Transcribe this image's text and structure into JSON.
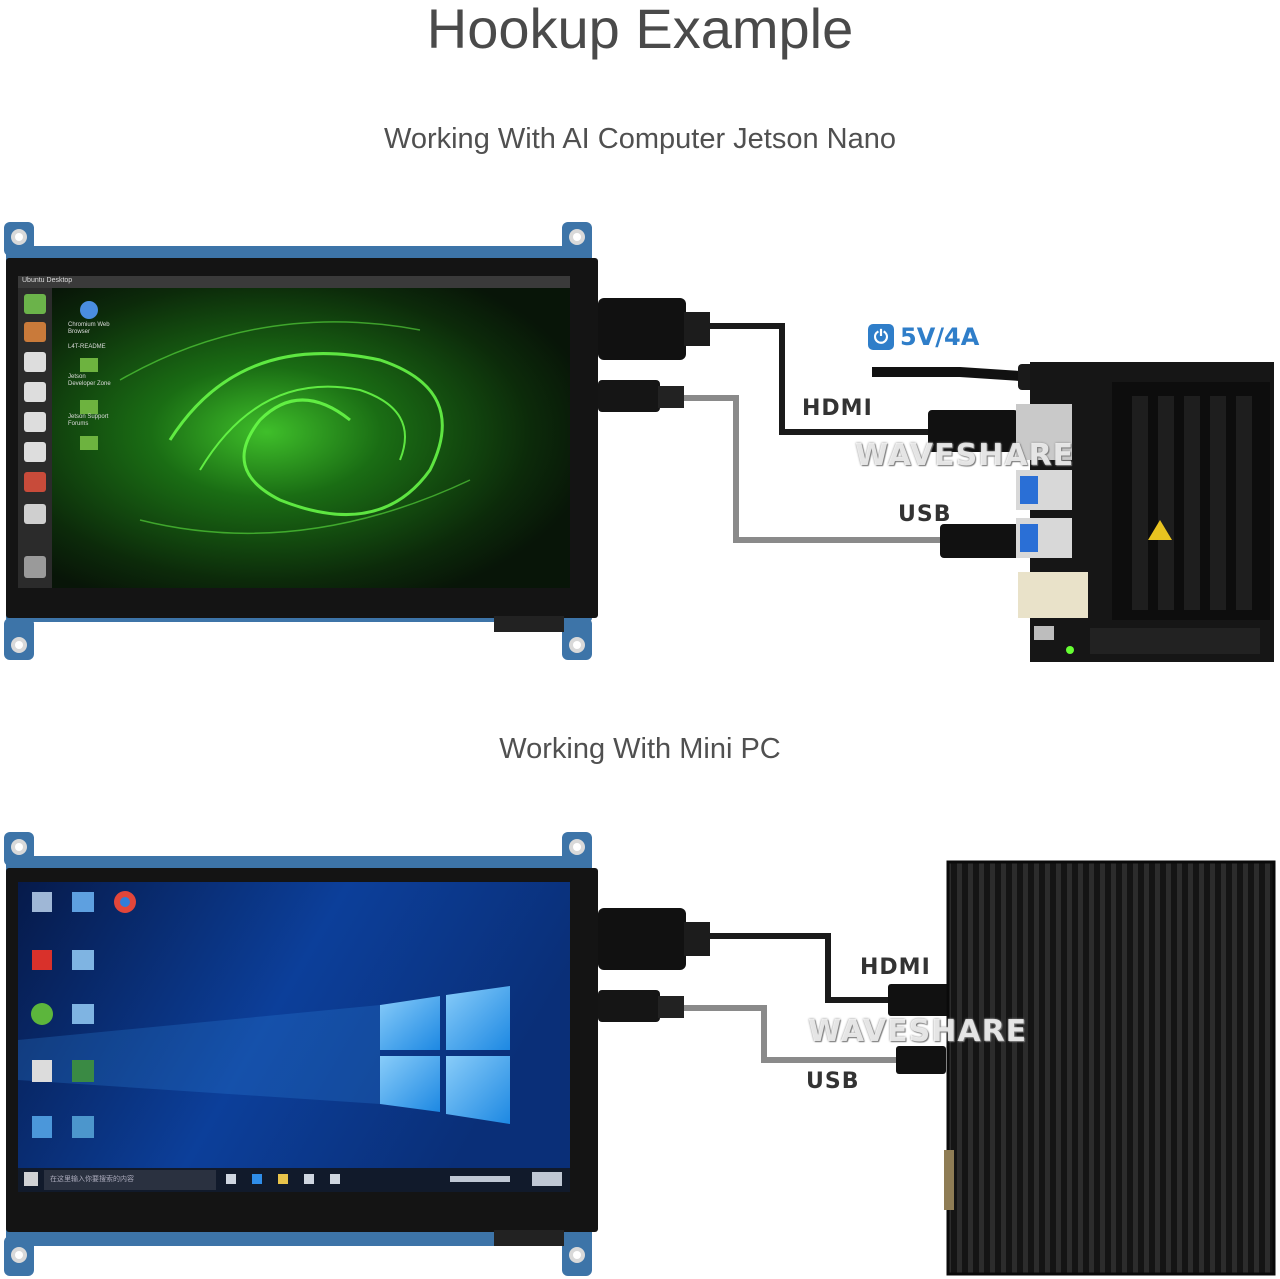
{
  "title": "Hookup Example",
  "section1": {
    "subtitle": "Working With AI Computer Jetson Nano",
    "power_label": "5V/4A",
    "hdmi_label": "HDMI",
    "usb_label": "USB",
    "watermark": "WAVESHARE",
    "screen_title": "Ubuntu Desktop",
    "desktop_icons": [
      "Chromium Web Browser",
      "L4T-README",
      "Jetson Developer Zone",
      "Jetson Support Forums"
    ]
  },
  "section2": {
    "subtitle": "Working With Mini PC",
    "hdmi_label": "HDMI",
    "usb_label": "USB",
    "watermark": "WAVESHARE",
    "taskbar_search": "在这里输入你要搜索的内容"
  },
  "colors": {
    "title_text": "#4a4a4a",
    "power_blue": "#2f7ec9",
    "hdmi_cable": "#1a1a1a",
    "usb_cable": "#8a8a8a",
    "pcb_blue": "#3d74a8",
    "jetson_green": "#4fd12e",
    "win_blue": "#1d6fd6"
  }
}
